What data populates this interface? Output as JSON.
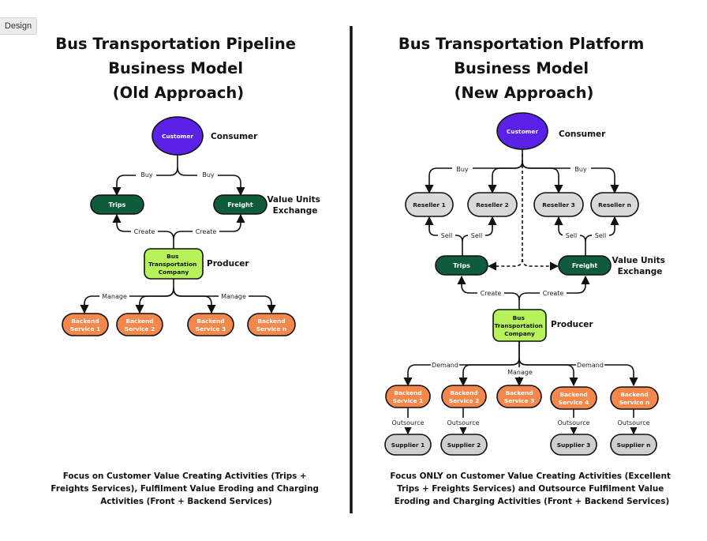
{
  "toolbar": {
    "design_tab": "Design"
  },
  "left": {
    "title": [
      "Bus Transportation Pipeline",
      "Business Model",
      "(Old Approach)"
    ],
    "nodes": {
      "customer": "Customer",
      "trips": "Trips",
      "freight": "Freight",
      "producer": [
        "Bus",
        "Transportation",
        "Company"
      ],
      "backend": [
        [
          "Backend",
          "Service 1"
        ],
        [
          "Backend",
          "Service 2"
        ],
        [
          "Backend",
          "Service 3"
        ],
        [
          "Backend",
          "Service n"
        ]
      ]
    },
    "side_labels": {
      "consumer": "Consumer",
      "value_units": [
        "Value Units",
        "Exchange"
      ],
      "producer": "Producer"
    },
    "edge_labels": {
      "buy_left": "Buy",
      "buy_right": "Buy",
      "create_left": "Create",
      "create_right": "Create",
      "manage_left": "Manage",
      "manage_right": "Manage"
    },
    "footer": [
      "Focus on Customer Value Creating Activities (Trips +",
      "Freights Services), Fulfilment Value Eroding and Charging",
      "Activities (Front + Backend Services)"
    ]
  },
  "right": {
    "title": [
      "Bus Transportation Platform",
      "Business Model",
      "(New Approach)"
    ],
    "nodes": {
      "customer": "Customer",
      "resellers": [
        "Reseller 1",
        "Reseller 2",
        "Reseller 3",
        "Reseller n"
      ],
      "trips": "Trips",
      "freight": "Freight",
      "producer": [
        "Bus",
        "Transportation",
        "Company"
      ],
      "backend": [
        [
          "Backend",
          "Service 1"
        ],
        [
          "Backend",
          "Service 2"
        ],
        [
          "Backend",
          "Service 3"
        ],
        [
          "Backend",
          "Service 4"
        ],
        [
          "Backend",
          "Service n"
        ]
      ],
      "suppliers": [
        "Supplier 1",
        "Supplier 2",
        "Supplier 3",
        "Supplier n"
      ]
    },
    "side_labels": {
      "consumer": "Consumer",
      "value_units": [
        "Value Units",
        "Exchange"
      ],
      "producer": "Producer"
    },
    "edge_labels": {
      "buy_left": "Buy",
      "buy_right": "Buy",
      "sell": [
        "Sell",
        "Sell",
        "Sell",
        "Sell"
      ],
      "create_left": "Create",
      "create_right": "Create",
      "demand_left": "Demand",
      "manage": "Manage",
      "demand_right": "Demand",
      "outsource": [
        "Outsource",
        "Outsource",
        "Outsource",
        "Outsource"
      ]
    },
    "footer": [
      "Focus ONLY on Customer Value Creating Activities (Excellent",
      "Trips + Freights Services) and Outsource Fulfilment Value",
      "Eroding  and Charging Activities (Front + Backend Services)"
    ]
  },
  "colors": {
    "customer": "#5b21e6",
    "value_unit": "#0f5c3c",
    "producer": "#b6f35a",
    "backend": "#f4874b",
    "reseller": "#d9d9d9",
    "supplier": "#cfcfcf",
    "divider": "#111111"
  }
}
